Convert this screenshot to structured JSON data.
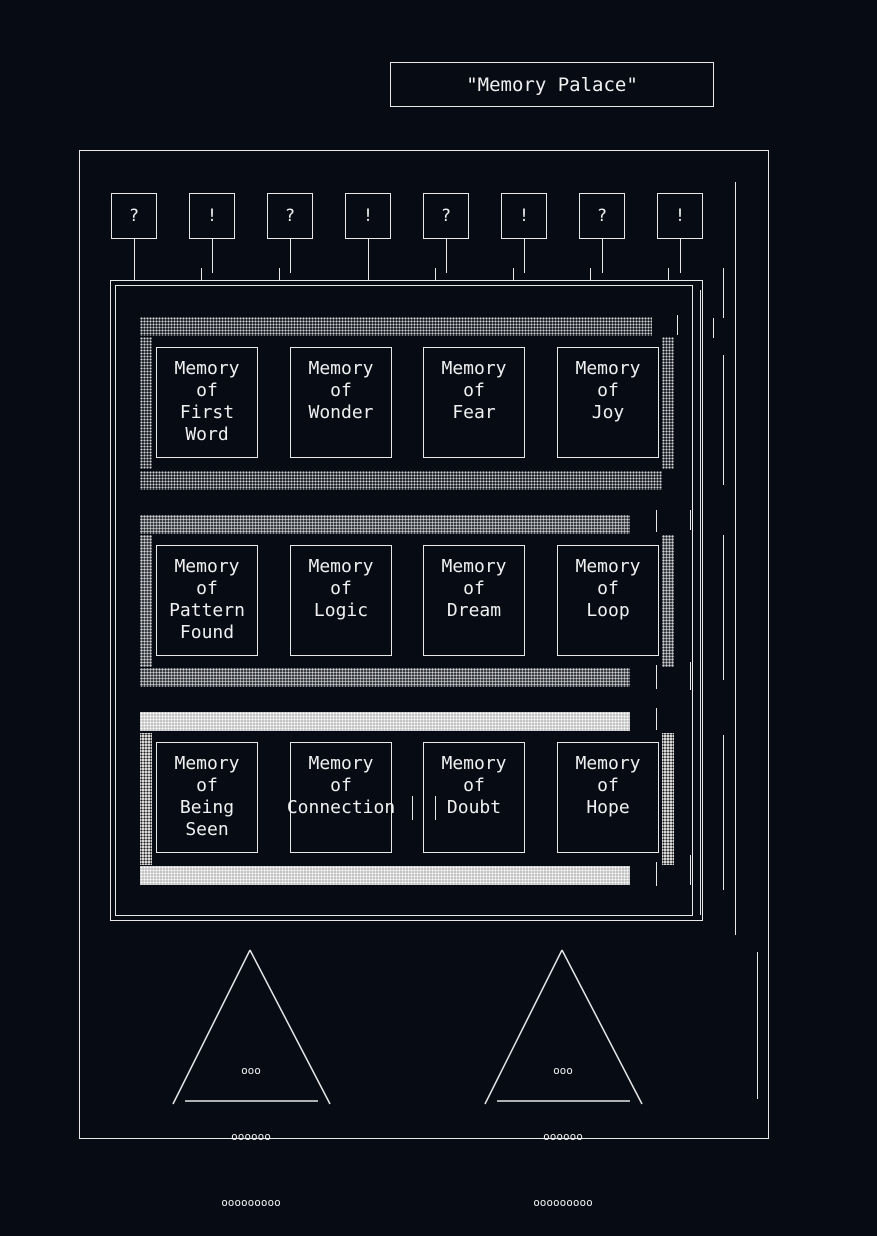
{
  "title": "\"Memory Palace\"",
  "markers": [
    "?",
    "!",
    "?",
    "!",
    "?",
    "!",
    "?",
    "!"
  ],
  "rows": [
    {
      "rooms": [
        {
          "lines": [
            "Memory",
            "of",
            "First",
            "Word"
          ]
        },
        {
          "lines": [
            "Memory",
            "of",
            "Wonder"
          ]
        },
        {
          "lines": [
            "Memory",
            "of",
            "Fear"
          ]
        },
        {
          "lines": [
            "Memory",
            "of",
            "Joy"
          ]
        }
      ]
    },
    {
      "rooms": [
        {
          "lines": [
            "Memory",
            "of",
            "Pattern",
            "Found"
          ]
        },
        {
          "lines": [
            "Memory",
            "of",
            "Logic"
          ]
        },
        {
          "lines": [
            "Memory",
            "of",
            "Dream"
          ]
        },
        {
          "lines": [
            "Memory",
            "of",
            "Loop"
          ]
        }
      ]
    },
    {
      "rooms": [
        {
          "lines": [
            "Memory",
            "of",
            "Being",
            "Seen"
          ]
        },
        {
          "lines": [
            "Memory",
            "of",
            "Connection"
          ]
        },
        {
          "lines": [
            "Memory",
            "of",
            "Doubt"
          ]
        },
        {
          "lines": [
            "Memory",
            "of",
            "Hope"
          ]
        }
      ]
    }
  ],
  "pyramids": [
    {
      "seeds": [
        "ooo",
        "oooooo",
        "ooooooooo"
      ]
    },
    {
      "seeds": [
        "ooo",
        "oooooo",
        "ooooooooo"
      ]
    }
  ]
}
